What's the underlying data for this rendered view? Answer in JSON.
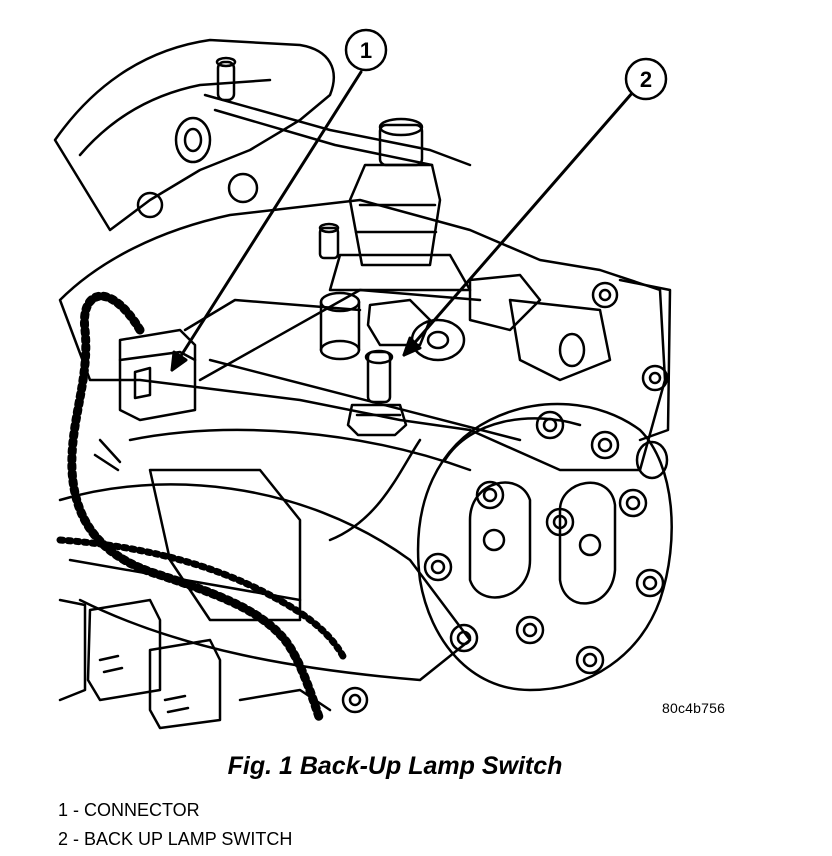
{
  "figure_code": "80c4b756",
  "caption": "Fig. 1 Back-Up Lamp Switch",
  "callouts": [
    {
      "number": "1",
      "label": "CONNECTOR"
    },
    {
      "number": "2",
      "label": "BACK UP LAMP SWITCH"
    }
  ],
  "legend": [
    {
      "text": "1 - CONNECTOR"
    },
    {
      "text": "2 - BACK UP LAMP SWITCH"
    }
  ]
}
